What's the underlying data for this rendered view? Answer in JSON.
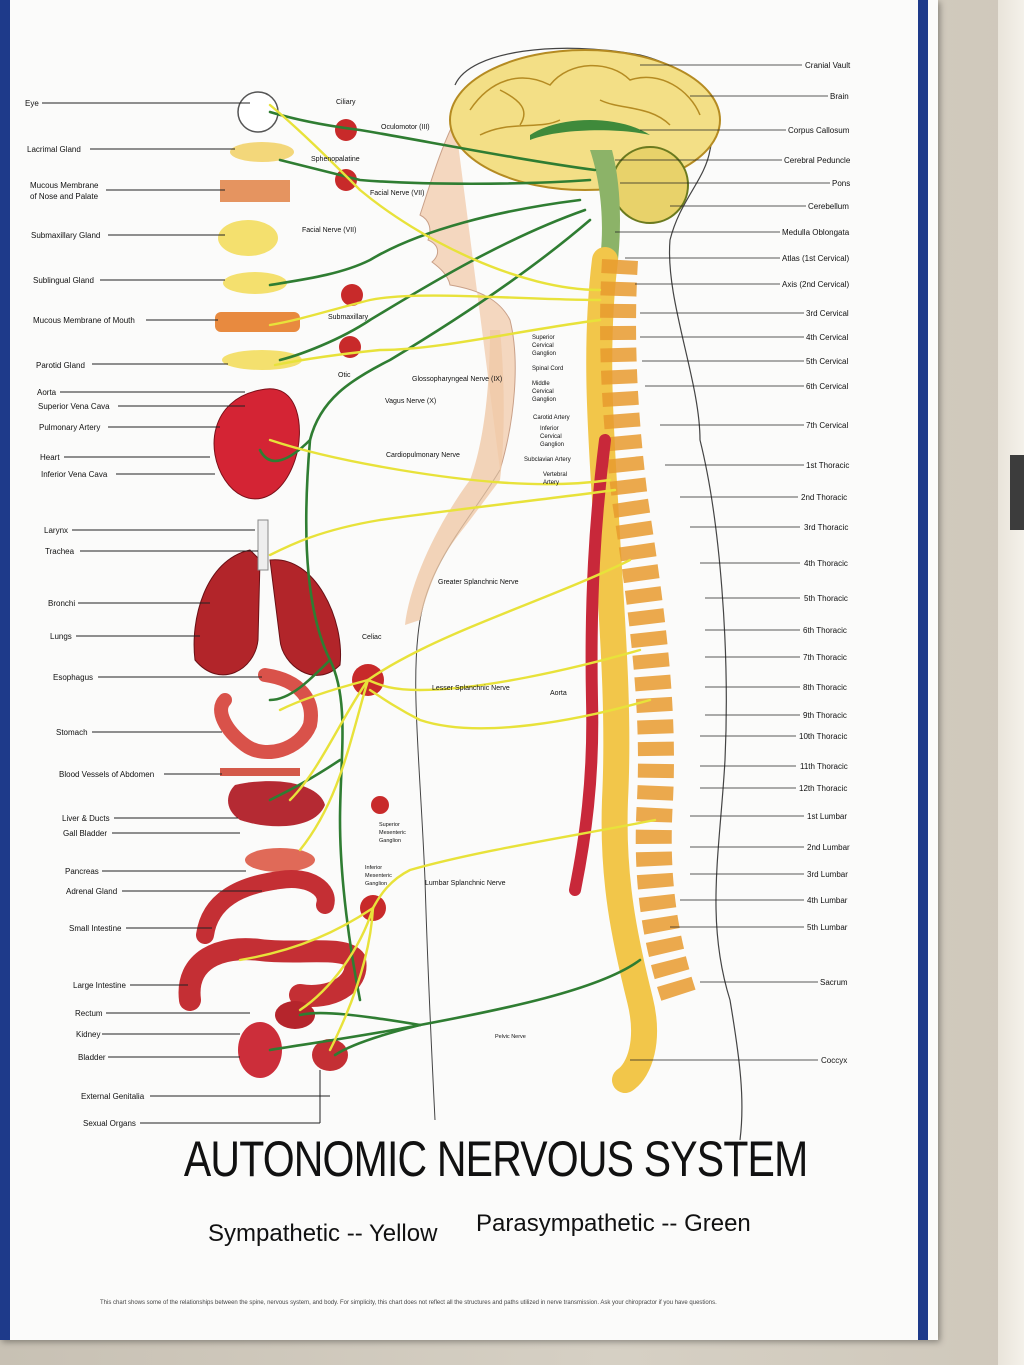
{
  "title": "AUTONOMIC NERVOUS SYSTEM",
  "legend": {
    "sympathetic": "Sympathetic -- Yellow",
    "parasympathetic": "Parasympathetic -- Green"
  },
  "footnote": "This chart shows some of the relationships between the spine, nervous system, and body.  For simplicity, this chart does not reflect all the structures and paths utilized in nerve transmission.  Ask your chiropractor if you have questions.",
  "colors": {
    "sympathetic": "#e8e23a",
    "parasympathetic": "#2f7d32",
    "border": "#1e3a8a"
  },
  "left_labels": {
    "eye": "Eye",
    "lacrimal": "Lacrimal Gland",
    "mucous_nose_1": "Mucous Membrane",
    "mucous_nose_2": "of Nose and Palate",
    "submaxillary_gland": "Submaxillary Gland",
    "sublingual": "Sublingual Gland",
    "mucous_mouth": "Mucous Membrane of Mouth",
    "parotid": "Parotid Gland",
    "aorta": "Aorta",
    "svc": "Superior Vena Cava",
    "pulmonary": "Pulmonary Artery",
    "heart": "Heart",
    "ivc": "Inferior Vena Cava",
    "larynx": "Larynx",
    "trachea": "Trachea",
    "bronchi": "Bronchi",
    "lungs": "Lungs",
    "esophagus": "Esophagus",
    "stomach": "Stomach",
    "blood_vessels": "Blood Vessels of Abdomen",
    "liver": "Liver & Ducts",
    "gall": "Gall Bladder",
    "pancreas": "Pancreas",
    "adrenal": "Adrenal Gland",
    "small_int": "Small Intestine",
    "large_int": "Large Intestine",
    "rectum": "Rectum",
    "kidney": "Kidney",
    "bladder": "Bladder",
    "ext_gen": "External Genitalia",
    "sexual": "Sexual Organs"
  },
  "middle_labels": {
    "ciliary": "Ciliary",
    "oculomotor": "Oculomotor (III)",
    "spheno": "Sphenopalatine",
    "facial1": "Facial Nerve (VII)",
    "facial2": "Facial Nerve (VII)",
    "submax": "Submaxillary",
    "otic": "Otic",
    "glosso": "Glossopharyngeal Nerve (IX)",
    "vagus": "Vagus Nerve (X)",
    "cardio": "Cardiopulmonary Nerve",
    "sup_cerv_1": "Superior",
    "sup_cerv_2": "Cervical",
    "sup_cerv_3": "Ganglion",
    "spinal_cord": "Spinal Cord",
    "mid_cerv_1": "Middle",
    "mid_cerv_2": "Cervical",
    "mid_cerv_3": "Ganglion",
    "carotid": "Carotid Artery",
    "inf_cerv_1": "Inferior",
    "inf_cerv_2": "Cervical",
    "inf_cerv_3": "Ganglion",
    "subclavian": "Subclavian Artery",
    "vert_1": "Vertebral",
    "vert_2": "Artery",
    "greater_splanchnic": "Greater Splanchnic Nerve",
    "celiac": "Celiac",
    "lesser_splanchnic": "Lesser Splanchnic Nerve",
    "aorta_mid": "Aorta",
    "sup_mes_1": "Superior",
    "sup_mes_2": "Mesenteric",
    "sup_mes_3": "Ganglion",
    "inf_mes_1": "Inferior",
    "inf_mes_2": "Mesenteric",
    "inf_mes_3": "Ganglion",
    "lumbar_splanchnic": "Lumbar Splanchnic Nerve",
    "pelvic": "Pelvic Nerve"
  },
  "right_labels": {
    "cranial": "Cranial Vault",
    "brain": "Brain",
    "corpus": "Corpus Callosum",
    "peduncle": "Cerebral Peduncle",
    "pons": "Pons",
    "cerebellum": "Cerebellum",
    "medulla": "Medulla Oblongata",
    "atlas": "Atlas (1st Cervical)",
    "axis": "Axis (2nd Cervical)",
    "c3": "3rd Cervical",
    "c4": "4th Cervical",
    "c5": "5th Cervical",
    "c6": "6th Cervical",
    "c7": "7th Cervical",
    "t1": "1st Thoracic",
    "t2": "2nd Thoracic",
    "t3": "3rd Thoracic",
    "t4": "4th Thoracic",
    "t5": "5th Thoracic",
    "t6": "6th Thoracic",
    "t7": "7th Thoracic",
    "t8": "8th Thoracic",
    "t9": "9th Thoracic",
    "t10": "10th Thoracic",
    "t11": "11th Thoracic",
    "t12": "12th Thoracic",
    "l1": "1st Lumbar",
    "l2": "2nd Lumbar",
    "l3": "3rd Lumbar",
    "l4": "4th Lumbar",
    "l5": "5th Lumbar",
    "sacrum": "Sacrum",
    "coccyx": "Coccyx"
  }
}
